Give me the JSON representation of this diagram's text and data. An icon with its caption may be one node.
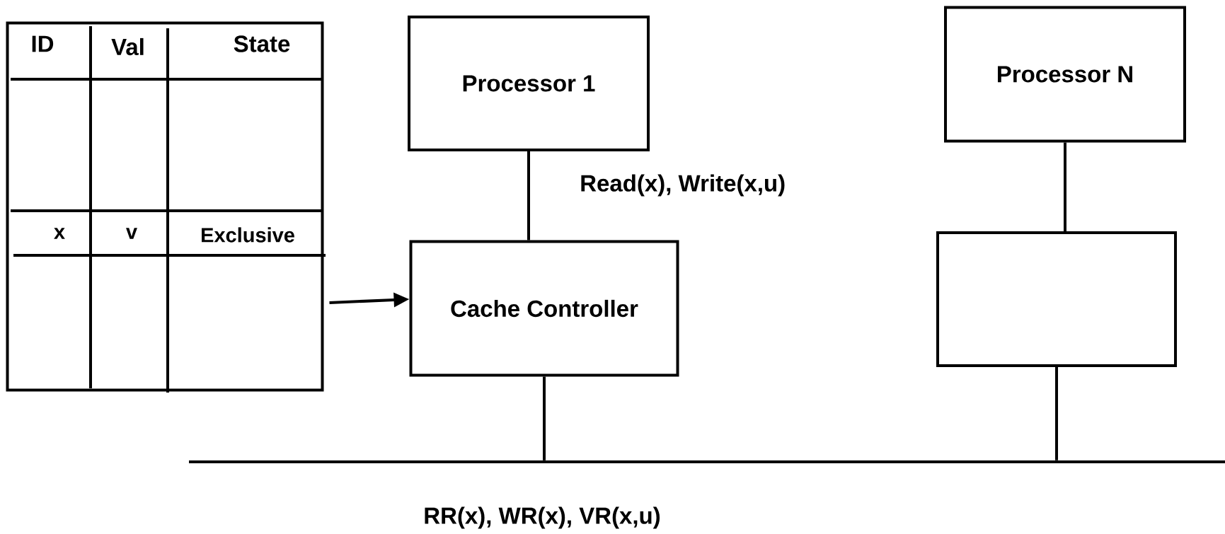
{
  "diagram": {
    "nodes": [
      {
        "text": [],
        "shape": "box"
      },
      {
        "text": [
          "Processor 1"
        ]
      },
      {
        "text": [
          "Processor N"
        ]
      },
      {
        "text": [
          "Cache Controller"
        ]
      },
      {
        "text": [],
        "shape": "box"
      },
      {
        "text": [],
        "shape": "bar"
      }
    ],
    "edges": [
      {
        "from": 1,
        "to": 3,
        "arrow": "none",
        "label": "Read(x), Write(x,u)"
      },
      {
        "from": 0,
        "to": 3,
        "arrow": "to"
      },
      {
        "from": 3,
        "to": 5,
        "arrow": "none"
      },
      {
        "from": 2,
        "to": 4,
        "arrow": "none"
      },
      {
        "from": 4,
        "to": 5,
        "arrow": "none"
      }
    ],
    "labels": [
      "ID",
      "Val",
      "State",
      "x",
      "v",
      "Exclusive",
      "RR(x),  WR(x), VR(x,u)"
    ]
  }
}
